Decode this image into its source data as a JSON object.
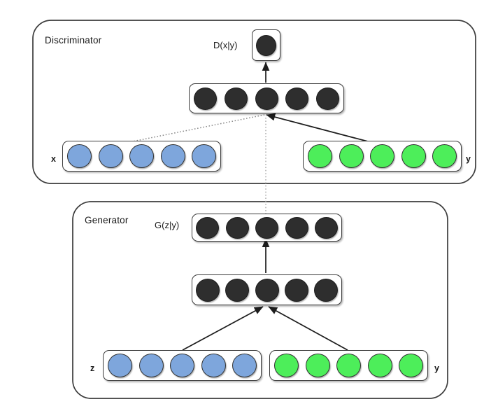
{
  "figure": {
    "title_alt": "Conditional GAN architecture",
    "background": "#ffffff"
  },
  "colors": {
    "node_dark": "#2e2e2e",
    "node_blue": "#7ea6dc",
    "node_green": "#4dee5a",
    "stroke": "#3c3c3c",
    "text": "#1a1a1a"
  },
  "discriminator": {
    "panel_label": "Discriminator",
    "output": {
      "label": "D(x|y)",
      "node_count": 1
    },
    "hidden": {
      "node_count": 5
    },
    "inputs": [
      {
        "label": "x",
        "color": "blue",
        "node_count": 5,
        "label_side": "left"
      },
      {
        "label": "y",
        "color": "green",
        "node_count": 5,
        "label_side": "right"
      }
    ],
    "edges": [
      {
        "from": "x",
        "to": "hidden",
        "style": "dotted"
      },
      {
        "from": "y",
        "to": "hidden",
        "style": "solid"
      },
      {
        "from": "hidden",
        "to": "output",
        "style": "solid-arrow"
      }
    ]
  },
  "generator": {
    "panel_label": "Generator",
    "output": {
      "label": "G(z|y)",
      "node_count": 5
    },
    "hidden": {
      "node_count": 5
    },
    "inputs": [
      {
        "label": "z",
        "color": "blue",
        "node_count": 5,
        "label_side": "left"
      },
      {
        "label": "y",
        "color": "green",
        "node_count": 5,
        "label_side": "right"
      }
    ],
    "edges": [
      {
        "from": "z",
        "to": "hidden",
        "style": "solid-arrow"
      },
      {
        "from": "y",
        "to": "hidden",
        "style": "solid-arrow"
      },
      {
        "from": "hidden",
        "to": "output",
        "style": "solid-arrow"
      }
    ]
  },
  "cross_link": {
    "from": "generator.output",
    "to": "discriminator.hidden",
    "style": "dotted"
  }
}
